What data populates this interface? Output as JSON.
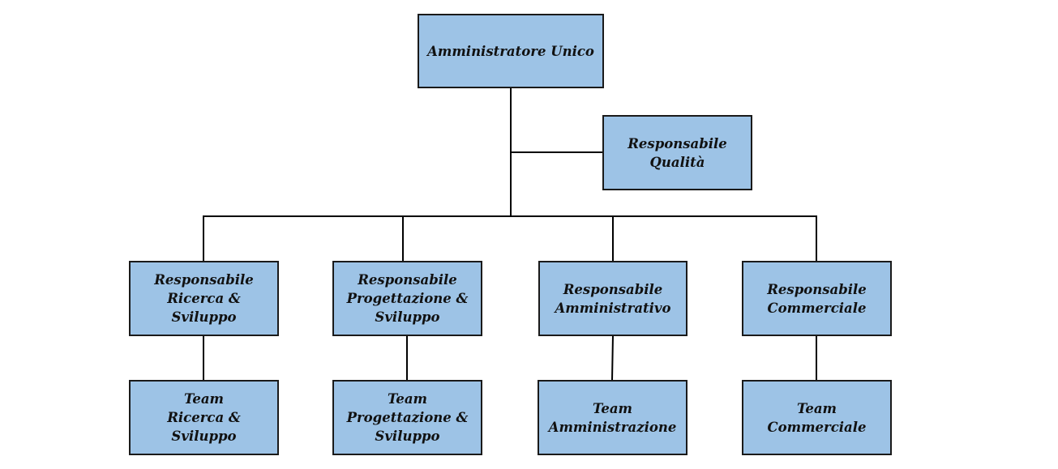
{
  "org_chart": {
    "colors": {
      "box_fill": "#9dc3e6",
      "box_border": "#1a1a1a",
      "connector": "#000000"
    },
    "top": {
      "label": "Amministratore Unico"
    },
    "staff": {
      "label": "Responsabile\nQualità"
    },
    "managers": [
      {
        "label": "Responsabile\nRicerca &\nSviluppo"
      },
      {
        "label": "Responsabile\nProgettazione &\nSviluppo"
      },
      {
        "label": "Responsabile\nAmministrativo"
      },
      {
        "label": "Responsabile\nCommerciale"
      }
    ],
    "teams": [
      {
        "label": "Team\nRicerca &\nSviluppo"
      },
      {
        "label": "Team\nProgettazione &\nSviluppo"
      },
      {
        "label": "Team\nAmministrazione"
      },
      {
        "label": "Team\nCommerciale"
      }
    ]
  }
}
